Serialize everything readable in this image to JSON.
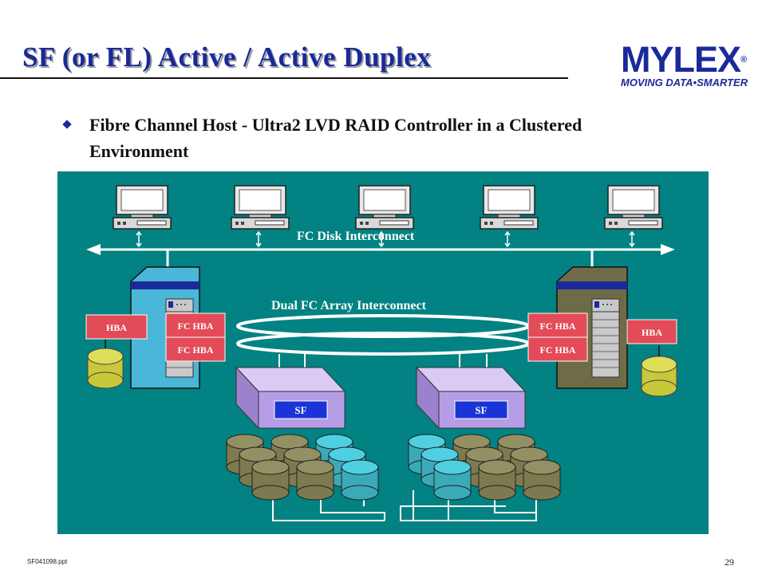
{
  "slide": {
    "title": "SF (or FL) Active / Active Duplex",
    "bullet": "Fibre Channel Host - Ultra2 LVD RAID Controller in a Clustered Environment",
    "footer_left": "SF041098.ppt",
    "page_number": "29"
  },
  "logo": {
    "wordmark": "MYLEX",
    "registered": "®",
    "tagline": "MOVING DATA•SMARTER"
  },
  "diagram": {
    "fc_disk_interconnect": "FC Disk Interconnect",
    "dual_fc_array_interconnect": "Dual FC Array Interconnect",
    "left_server": {
      "hba": "HBA",
      "fc_hba_1": "FC HBA",
      "fc_hba_2": "FC HBA"
    },
    "right_server": {
      "hba": "HBA",
      "fc_hba_1": "FC HBA",
      "fc_hba_2": "FC HBA"
    },
    "controllers": [
      "SF",
      "SF"
    ],
    "workstation_count": 5
  },
  "colors": {
    "title": "#1a2a9a",
    "diagram_background": "#028282",
    "hba_label": "#e24b57",
    "controller_label": "#1a34d8",
    "controller_body": "#b69ee6",
    "disk_olive": "#7d7a4f",
    "disk_teal": "#3ec5d8",
    "local_disk": "#d6d64a"
  }
}
